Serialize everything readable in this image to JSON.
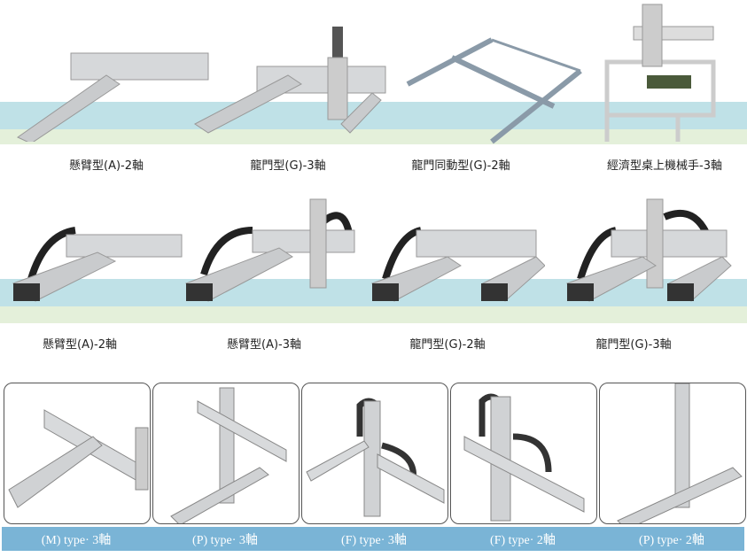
{
  "row1": [
    {
      "label": "懸臂型(A)-2軸"
    },
    {
      "label": "龍門型(G)-3軸"
    },
    {
      "label": "龍門同動型(G)-2軸"
    },
    {
      "label": "經濟型桌上機械手-3軸"
    }
  ],
  "row2": [
    {
      "label": "懸臂型(A)-2軸"
    },
    {
      "label": "懸臂型(A)-3軸"
    },
    {
      "label": "龍門型(G)-2軸"
    },
    {
      "label": "龍門型(G)-3軸"
    }
  ],
  "types": [
    {
      "label": "(M) type· 3軸"
    },
    {
      "label": "(P) type· 3軸"
    },
    {
      "label": "(F) type· 3軸"
    },
    {
      "label": "(F) type· 2軸"
    },
    {
      "label": "(P) type· 2軸"
    }
  ],
  "colors": {
    "teal": "#bfe1e7",
    "green": "#e4f0da",
    "type_bar": "#7ab4d6"
  }
}
